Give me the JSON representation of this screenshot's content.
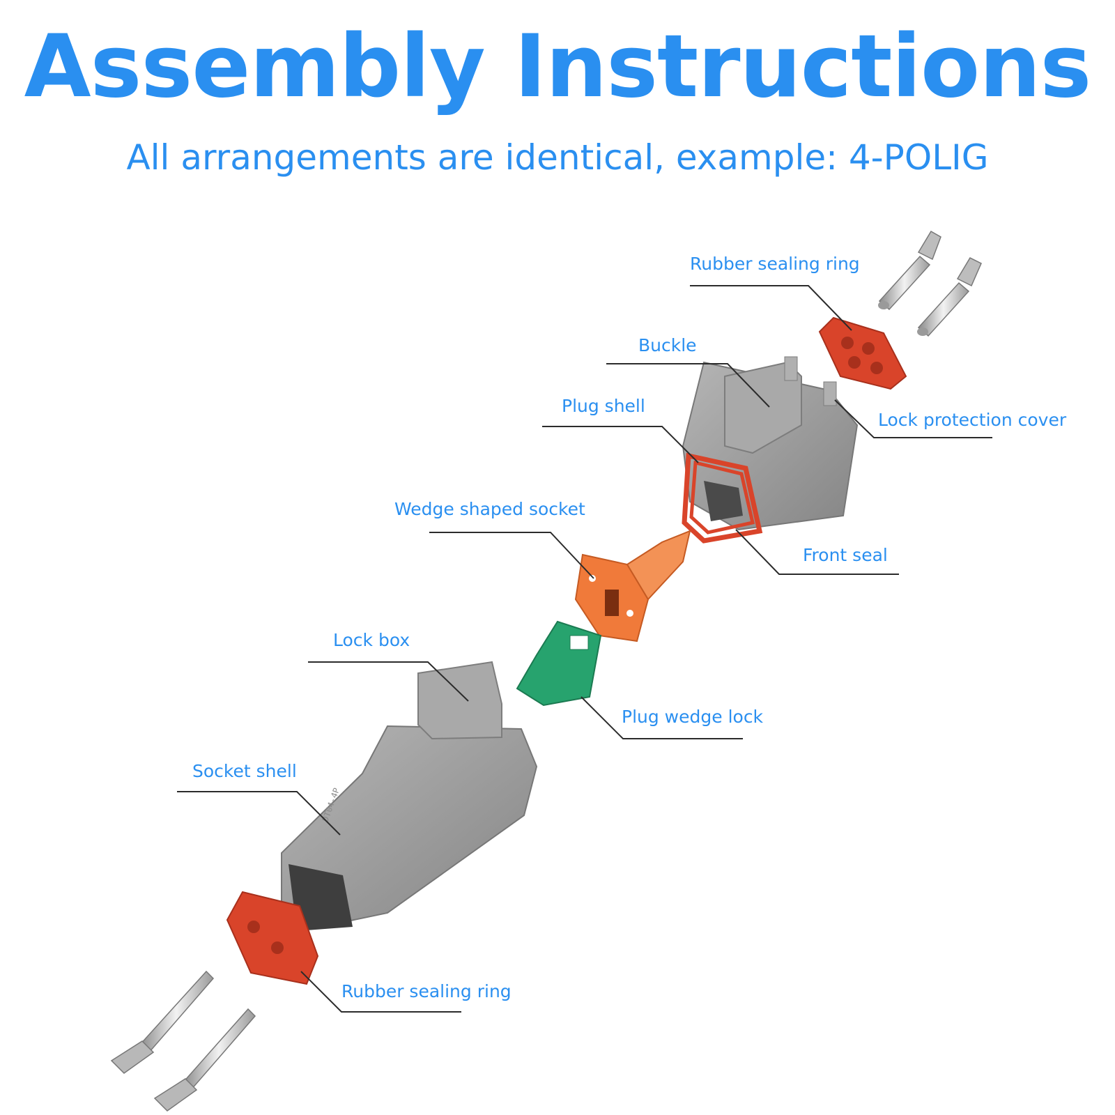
{
  "title": "Assembly Instructions",
  "subtitle": "All arrangements are identical, example: 4-POLIG",
  "labels": {
    "rubber_sealing_ring_top": "Rubber sealing ring",
    "buckle": "Buckle",
    "plug_shell": "Plug shell",
    "lock_protection_cover": "Lock protection cover",
    "wedge_shaped_socket": "Wedge shaped socket",
    "front_seal": "Front seal",
    "lock_box": "Lock box",
    "plug_wedge_lock": "Plug wedge lock",
    "socket_shell": "Socket shell",
    "rubber_sealing_ring_bottom": "Rubber sealing ring"
  },
  "colors": {
    "accent": "#2a8ff0",
    "housing_gray": "#9a9a9a",
    "seal_red": "#d9442a",
    "wedge_orange": "#f07a3a",
    "lock_green": "#27a36e",
    "pin_silver": "#c8c8c8"
  }
}
